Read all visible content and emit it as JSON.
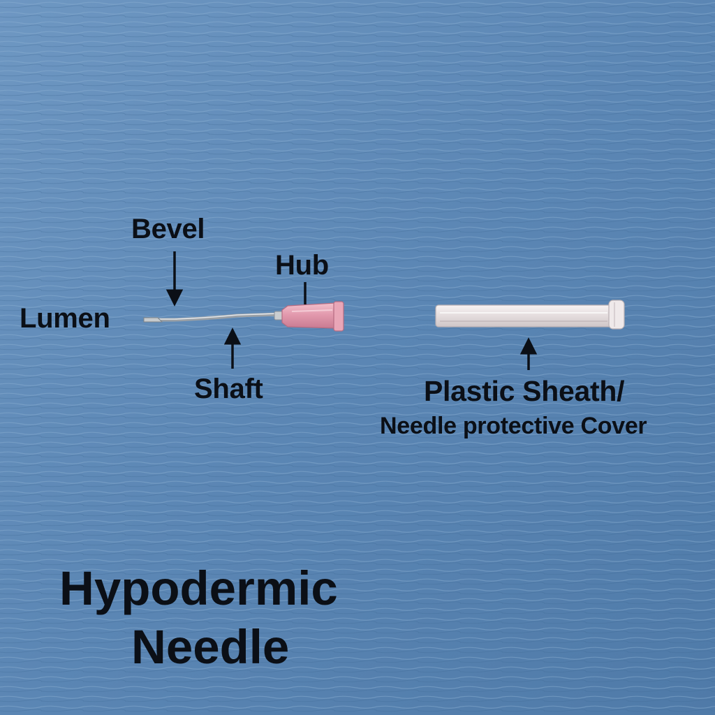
{
  "labels": {
    "bevel": "Bevel",
    "hub": "Hub",
    "lumen": "Lumen",
    "shaft": "Shaft",
    "sheath_line1": "Plastic Sheath/",
    "sheath_line2": "Needle protective Cover"
  },
  "title": {
    "line1": "Hypodermic",
    "line2": "Needle"
  },
  "colors": {
    "background": "#5b86b4",
    "hub": "#e6a0b2",
    "shaft": "#b9bcc0",
    "sheath": "#ece6e6",
    "text": "#0b0f16"
  }
}
